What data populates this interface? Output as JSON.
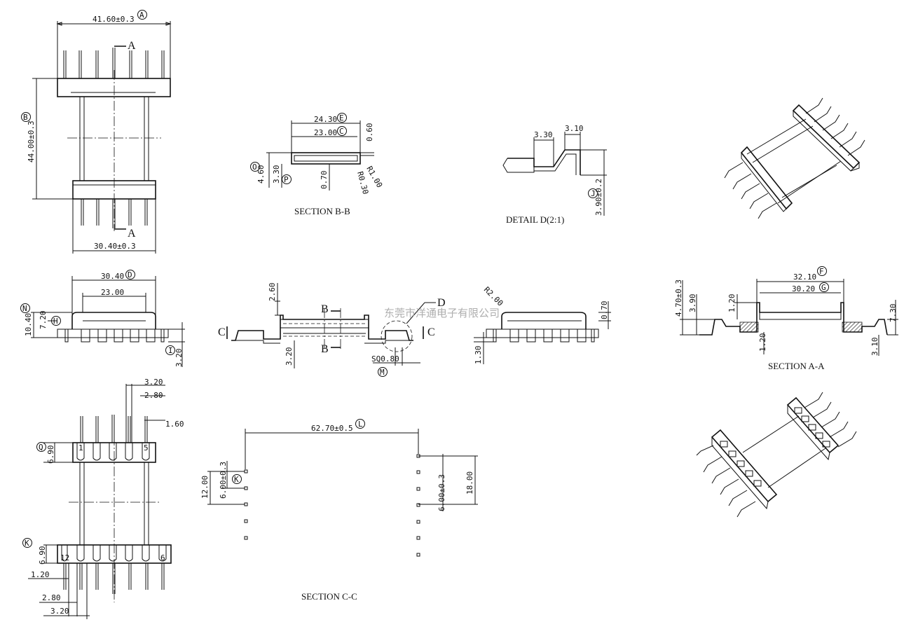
{
  "top_view": {
    "width_dim": "41.60±0.3",
    "width_ref": "A",
    "height_dim": "44.00±0.3",
    "height_ref": "B",
    "base_dim": "30.40±0.3",
    "section_mark": "A"
  },
  "section_bb": {
    "title": "SECTION B-B",
    "outer_dim": "24.30",
    "outer_ref": "E",
    "inner_dim": "23.00",
    "inner_ref": "C",
    "wall": "0.60",
    "height": "4.60",
    "height_ref": "O",
    "flange": "3.30",
    "flange_ref": "P",
    "floor": "0.70",
    "r1": "R1.00",
    "r2": "R0.30"
  },
  "detail_d": {
    "title": "DETAIL D(2:1)",
    "d1": "3.30",
    "d2": "3.10",
    "d3": "3.90±0.2",
    "d3_ref": "J"
  },
  "front_view": {
    "top_dim": "30.40",
    "top_ref": "D",
    "inner_dim": "23.00",
    "h_total": "10.40",
    "h_total_ref": "N",
    "h_inner": "7.20",
    "h_inner_ref": "H",
    "pin_h": "3.20",
    "pin_ref": "I"
  },
  "side_view": {
    "top": "2.60",
    "section_mark": "B",
    "detail_mark": "D",
    "cut_mark": "C",
    "bottom": "3.20",
    "sq": "SQ0.80",
    "sq_ref": "M"
  },
  "right_view": {
    "radius": "R2.00",
    "t": "0.70",
    "pin": "1.30"
  },
  "section_aa": {
    "title": "SECTION A-A",
    "outer": "32.10",
    "outer_ref": "F",
    "inner": "30.20",
    "inner_ref": "G",
    "h1": "4.70±0.3",
    "h2": "3.90",
    "h3": "1.20",
    "h4": "1.20",
    "h5": "7.30",
    "h6": "3.10"
  },
  "bottom_view": {
    "p1": "3.20",
    "p2": "2.80",
    "p3": "1.60",
    "flange": "6.90",
    "flange_ref": "Q",
    "flange2": "6.90",
    "flange2_ref": "K",
    "pin1": "1",
    "pin5": "5",
    "pin12": "12",
    "pin6": "6",
    "b1": "1.20",
    "b2": "2.80",
    "b3": "3.20"
  },
  "section_cc": {
    "title": "SECTION C-C",
    "span": "62.70±0.5",
    "span_ref": "L",
    "left_total": "12.00",
    "left_pitch": "6.00±0.3",
    "left_ref": "K",
    "right_total": "18.00",
    "right_pitch": "6.00±0.3"
  },
  "watermark": "东莞市洋通电子有限公司"
}
